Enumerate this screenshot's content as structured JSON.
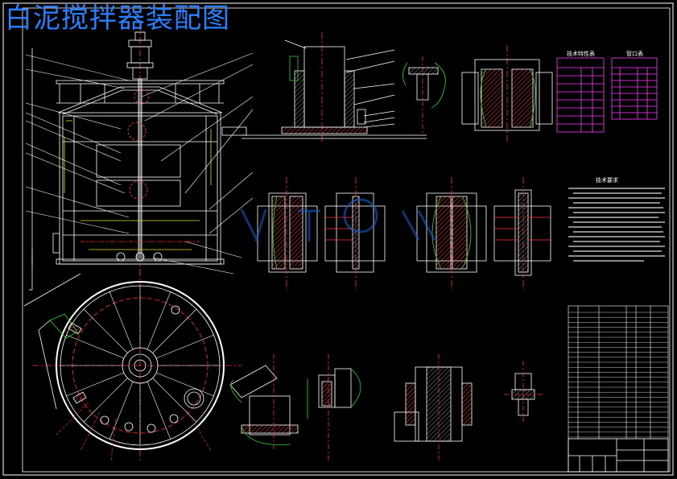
{
  "sheet": {
    "title": "白泥搅拌器装配图",
    "colors": {
      "background": "#000000",
      "line": "#ffffff",
      "title": "#2a7fff",
      "centerline": "#ff3030",
      "hatch": "#ff3a3a",
      "section_fill": "#7a7a7a",
      "break_line": "#32d232",
      "table_border": "#ff3cff",
      "label_blue": "#3aa0ff"
    }
  },
  "tables": {
    "technical_characteristics_heading": "技术特性表",
    "nozzle_table_heading": "管口表"
  },
  "notes": {
    "heading": "技术要求"
  }
}
